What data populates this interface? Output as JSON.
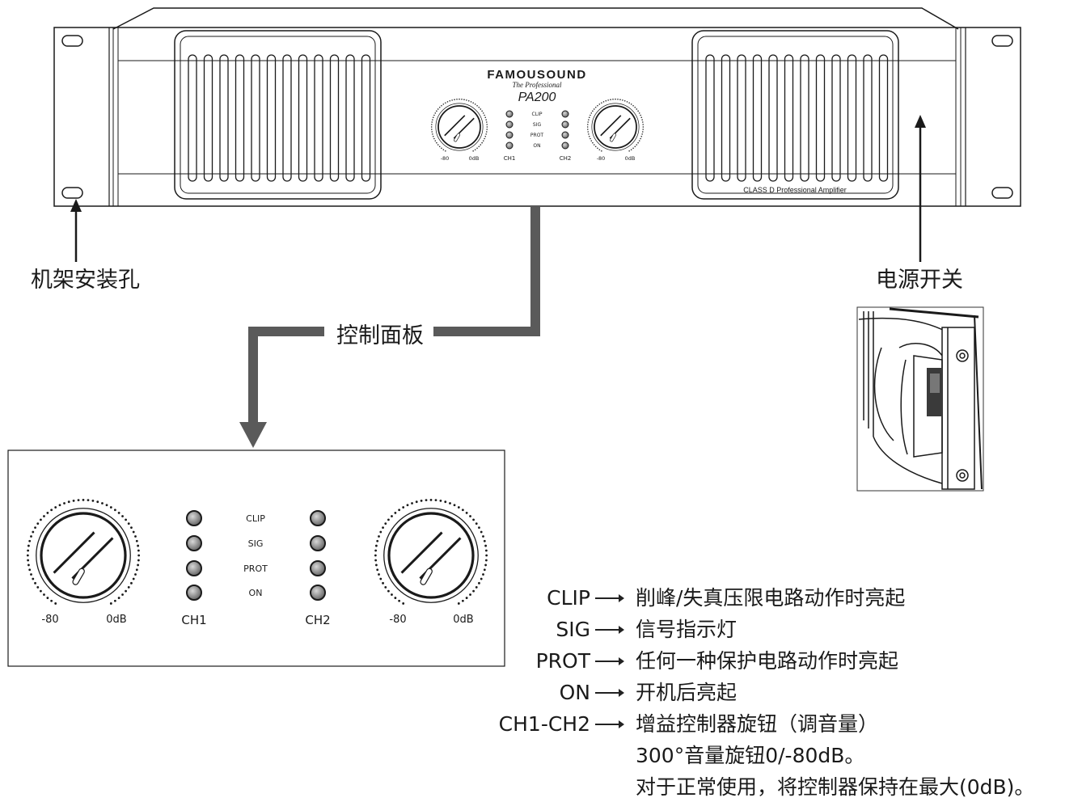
{
  "amp": {
    "brand": "FAMOUSOUND",
    "tagline": "The Professional",
    "model": "PA200",
    "class_label": "CLASS D Professional Amplifier",
    "led_labels": [
      "CLIP",
      "SIG",
      "PROT",
      "ON"
    ],
    "ch1": "CH1",
    "ch2": "CH2",
    "scale_min": "-80",
    "scale_max": "0dB"
  },
  "callouts": {
    "rack_holes": "机架安装孔",
    "power_switch": "电源开关",
    "control_panel": "控制面板"
  },
  "legend": [
    {
      "key": "CLIP",
      "desc": "削峰/失真压限电路动作时亮起"
    },
    {
      "key": "SIG",
      "desc": "信号指示灯"
    },
    {
      "key": "PROT",
      "desc": "任何一种保护电路动作时亮起"
    },
    {
      "key": "ON",
      "desc": "开机后亮起"
    },
    {
      "key": "CH1-CH2",
      "desc": "增益控制器旋钮（调音量）"
    },
    {
      "key": "",
      "desc": "300°音量旋钮0/-80dB。"
    },
    {
      "key": "",
      "desc": "对于正常使用，将控制器保持在最大(0dB)。"
    }
  ],
  "colors": {
    "line": "#1a1a1a",
    "arrow_gray": "#5a5a5a",
    "led": "#8a8a8a"
  }
}
